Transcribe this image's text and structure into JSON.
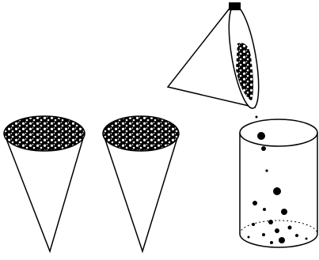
{
  "figure": {
    "background_color": "#ffffff",
    "ink_color": "#000000",
    "objects": [
      {
        "name": "upright-cone-left",
        "kind": "upright cone filled with dark particles"
      },
      {
        "name": "upright-cone-middle",
        "kind": "upright cone filled with dark particles"
      },
      {
        "name": "tilted-cone",
        "kind": "tipped cone pouring particles"
      },
      {
        "name": "cylinder",
        "kind": "cylinder receiving particles"
      }
    ]
  }
}
